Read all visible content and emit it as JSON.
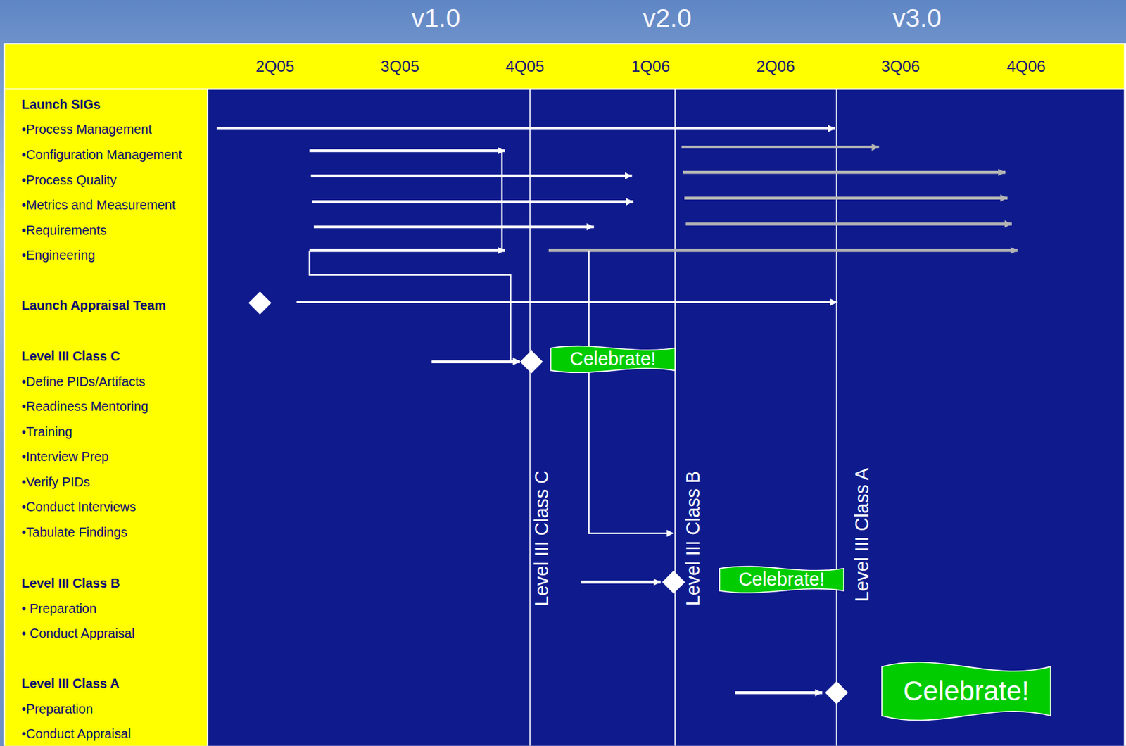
{
  "diagram": {
    "nodes": [
      {
        "text": [
          "Celebrate!"
        ]
      },
      {
        "text": [
          "Celebrate!"
        ]
      },
      {
        "text": [
          "Celebrate!"
        ]
      }
    ],
    "labels": [
      "v1.0",
      "v2.0",
      "v3.0",
      "2Q05",
      "3Q05",
      "4Q05",
      "1Q06",
      "2Q06",
      "3Q06",
      "4Q06",
      "Launch SIGs",
      "•Process Management",
      "•Configuration Management",
      "•Process Quality",
      "•Metrics and Measurement",
      "•Requirements",
      "•Engineering",
      "Launch Appraisal Team",
      "Level III Class C",
      "•Define PIDs/Artifacts",
      "•Readiness Mentoring",
      "•Training",
      "•Interview Prep",
      "•Verify PIDs",
      "•Conduct Interviews",
      "•Tabulate Findings",
      "Level III Class B",
      "• Preparation",
      "• Conduct Appraisal",
      "Level III Class A",
      "•Preparation",
      "•Conduct Appraisal",
      "Level III Class C",
      "Level III Class B",
      "Level III Class A"
    ]
  }
}
